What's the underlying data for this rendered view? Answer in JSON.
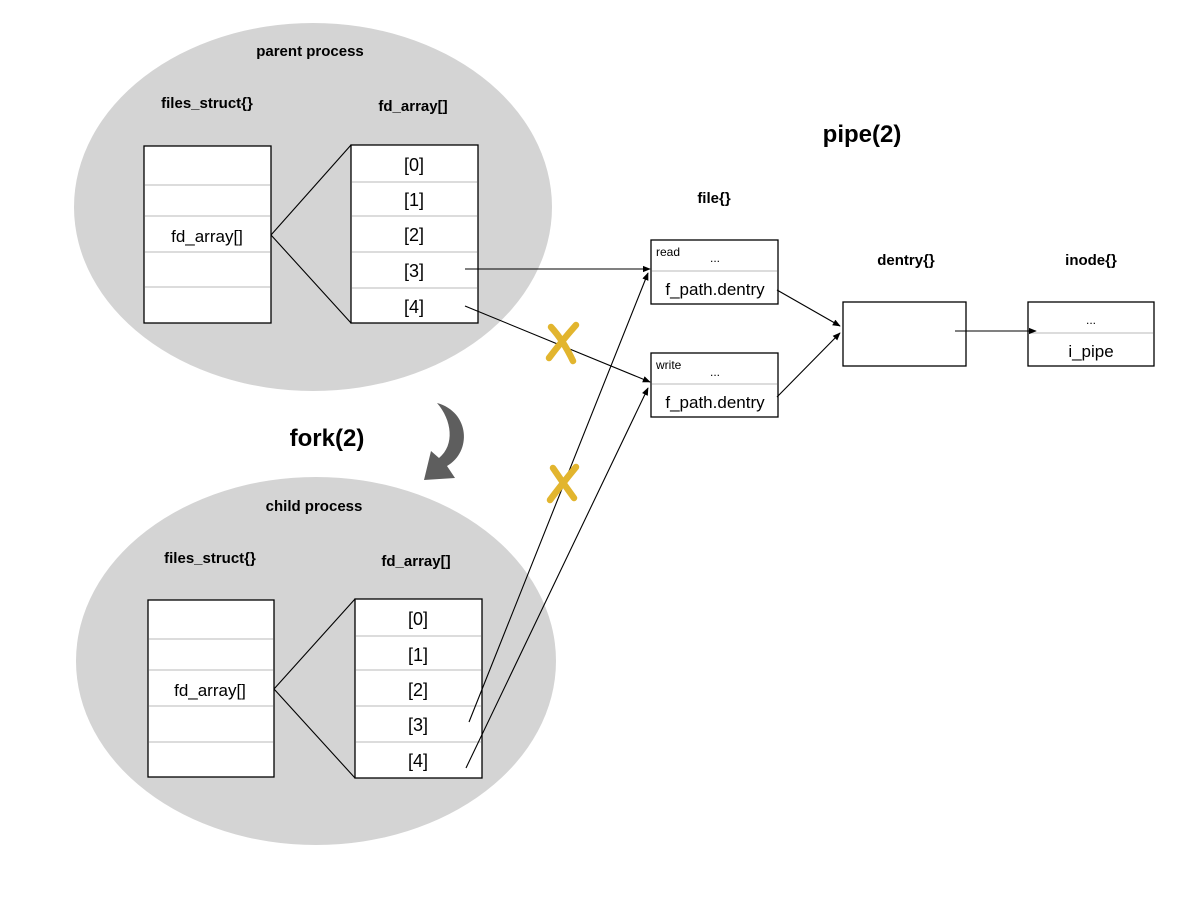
{
  "labels": {
    "parent_process": "parent process",
    "child_process": "child process",
    "files_struct": "files_struct{}",
    "fd_array_header": "fd_array[]",
    "fd_array_cell": "fd_array[]",
    "pipe": "pipe(2)",
    "fork": "fork(2)",
    "file": "file{}",
    "dentry": "dentry{}",
    "inode": "inode{}"
  },
  "fd_entries": [
    "[0]",
    "[1]",
    "[2]",
    "[3]",
    "[4]"
  ],
  "file_read": {
    "mode": "read",
    "dots": "...",
    "field": "f_path.dentry"
  },
  "file_write": {
    "mode": "write",
    "dots": "...",
    "field": "f_path.dentry"
  },
  "inode_box": {
    "dots": "...",
    "field": "i_pipe"
  },
  "colors": {
    "ellipse_fill": "#d4d4d4",
    "fork_arrow": "#5e5e5e",
    "cross_mark": "#e2b52e",
    "divider": "#c8c8c8"
  }
}
